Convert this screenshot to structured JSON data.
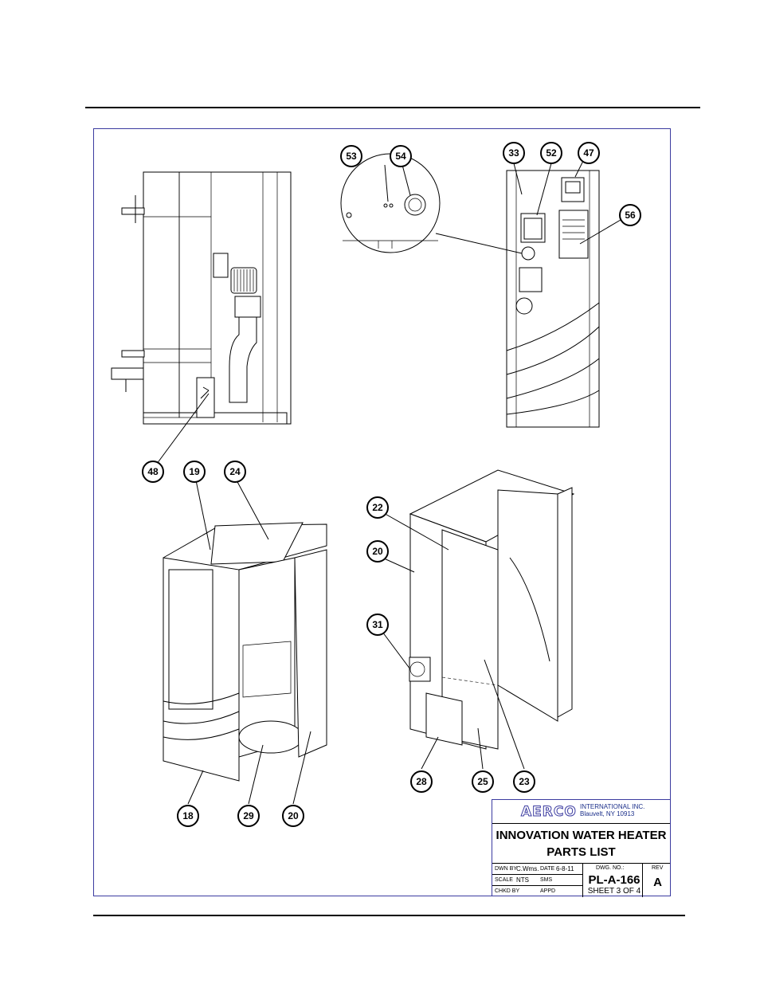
{
  "balloons": {
    "b53": "53",
    "b54": "54",
    "b33": "33",
    "b52": "52",
    "b47": "47",
    "b56": "56",
    "b48": "48",
    "b19": "19",
    "b24": "24",
    "b22": "22",
    "b20a": "20",
    "b31": "31",
    "b18": "18",
    "b29": "29",
    "b20b": "20",
    "b28": "28",
    "b25": "25",
    "b23": "23"
  },
  "title_block": {
    "logo": "AERCO",
    "company_line1": "INTERNATIONAL INC.",
    "company_line2": "Blauvelt, NY 10913",
    "title_line1": "INNOVATION WATER HEATER",
    "title_line2": "PARTS LIST",
    "dwn_by_label": "DWN BY",
    "dwn_by": "C.Wms.",
    "date_label": "DATE",
    "date": "6-8-11",
    "scale_label": "SCALE",
    "scale": "NTS",
    "sms_label": "SMS",
    "chkd_label": "CHKD BY",
    "appd_label": "APPD",
    "dwg_no_label": "DWG. NO.:",
    "dwg_no": "PL-A-166",
    "sheet": "SHEET 3 OF 4",
    "rev_label": "REV",
    "rev": "A"
  },
  "colors": {
    "frame": "#3b3ba0",
    "logo": "#3b3ba0",
    "line": "#000000"
  }
}
